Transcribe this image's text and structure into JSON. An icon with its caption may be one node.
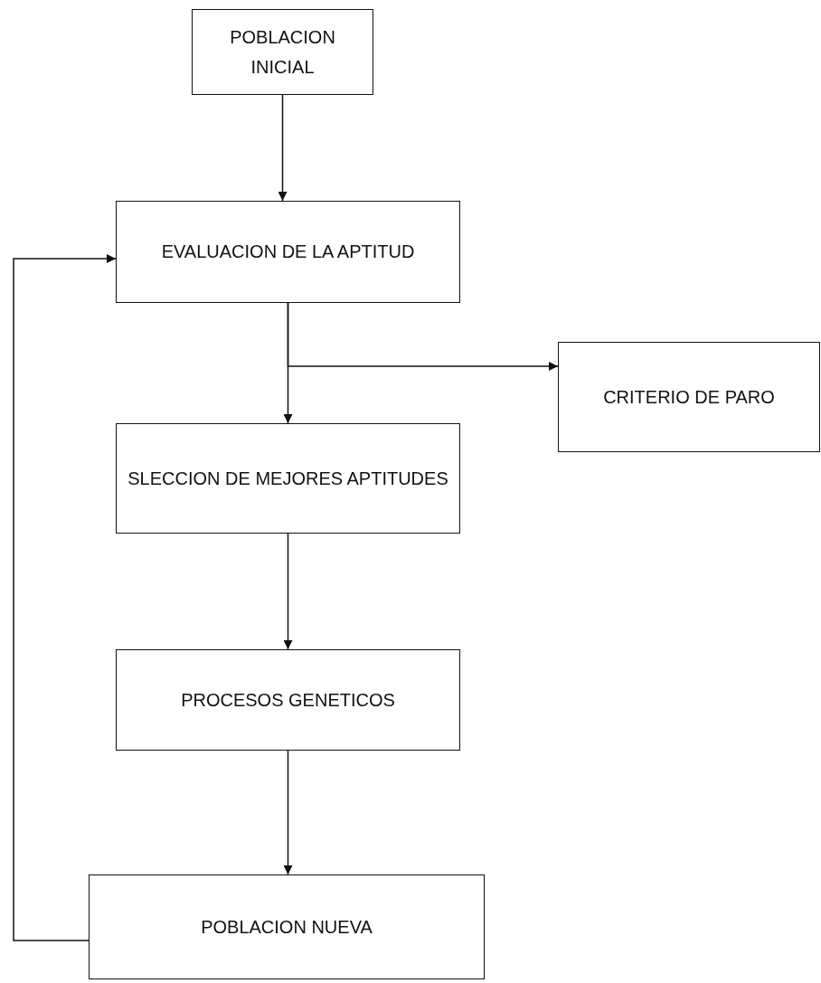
{
  "diagram": {
    "nodes": [
      {
        "text": [
          "POBLACION INICIAL"
        ]
      },
      {
        "text": [
          "EVALUACION DE LA APTITUD"
        ]
      },
      {
        "text": [
          "CRITERIO DE PARO"
        ]
      },
      {
        "text": [
          "SLECCION DE MEJORES APTITUDES"
        ]
      },
      {
        "text": [
          "PROCESOS GENETICOS"
        ]
      },
      {
        "text": [
          "POBLACION NUEVA"
        ]
      }
    ],
    "edges": [
      {
        "from": 0,
        "to": 1,
        "arrow": "to"
      },
      {
        "from": 1,
        "to": 3,
        "arrow": "to"
      },
      {
        "from": 1,
        "to": 2,
        "arrow": "to"
      },
      {
        "from": 3,
        "to": 4,
        "arrow": "to"
      },
      {
        "from": 4,
        "to": 5,
        "arrow": "to"
      },
      {
        "from": 5,
        "to": 1,
        "arrow": "to"
      }
    ]
  }
}
